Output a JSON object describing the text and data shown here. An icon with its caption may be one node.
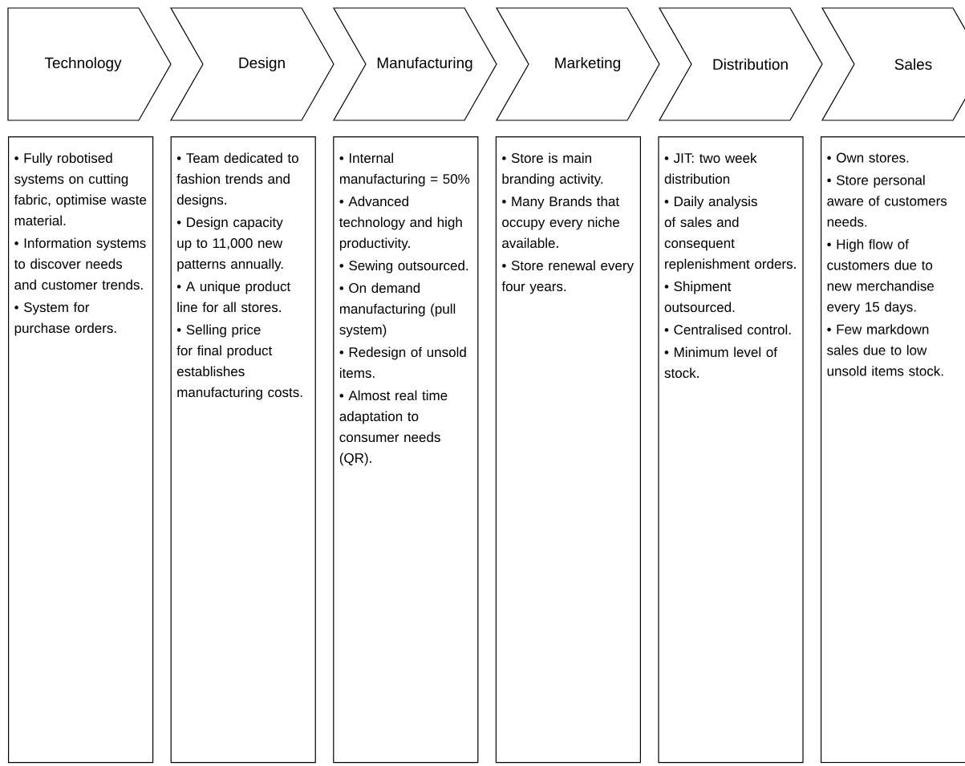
{
  "diagram": {
    "nodes": [
      {
        "text": [
          "Technology"
        ]
      },
      {
        "text": [
          "Design"
        ]
      },
      {
        "text": [
          "Manufacturing"
        ]
      },
      {
        "text": [
          "Marketing"
        ]
      },
      {
        "text": [
          "Distribution"
        ]
      },
      {
        "text": [
          "Sales"
        ]
      },
      {
        "text": [
          "• Fully robotised systems on cutting fabric, optimise waste material.",
          "• Information systems to discover needs and customer trends.",
          "• System for purchase orders."
        ]
      },
      {
        "text": [
          "• Team dedicated to fashion trends and designs.",
          "• Design capacity up to 11,000 new patterns annually.",
          "• A unique product line for all stores.",
          "• Selling price for final product establishes manufacturing costs."
        ]
      },
      {
        "text": [
          "• Internal manufacturing = 50%",
          "• Advanced technology and high productivity.",
          "• Sewing outsourced.",
          "• On demand manufacturing (pull system)",
          "• Redesign of unsold items.",
          "• Almost real time adaptation to consumer needs (QR)."
        ]
      },
      {
        "text": [
          "• Store is main branding activity.",
          "• Many Brands that occupy every niche available.",
          "• Store renewal every four years."
        ]
      },
      {
        "text": [
          "• JIT: two week distribution",
          "• Daily analysis of sales and consequent replenishment orders.",
          "• Shipment outsourced.",
          "• Centralised control.",
          "• Minimum level of stock."
        ]
      },
      {
        "text": [
          "• Own stores.",
          "• Store personal aware of customers needs.",
          "• High flow of customers due to new merchandise every 15 days.",
          "• Few markdown sales due to low unsold items stock."
        ]
      }
    ]
  }
}
